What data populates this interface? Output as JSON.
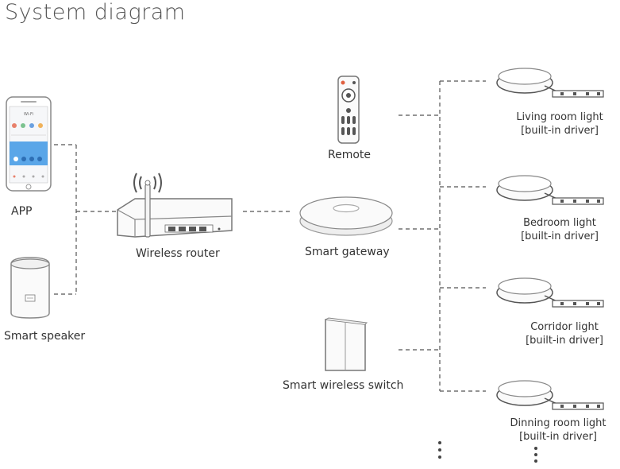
{
  "title": "System diagram",
  "nodes": {
    "app": "APP",
    "speaker": "Smart speaker",
    "router": "Wireless router",
    "remote": "Remote",
    "gateway": "Smart gateway",
    "switch": "Smart wireless switch"
  },
  "lights": [
    {
      "name": "Living room light",
      "sub": "[built-in driver]"
    },
    {
      "name": "Bedroom light",
      "sub": "[built-in driver]"
    },
    {
      "name": "Corridor light",
      "sub": "[built-in driver]"
    },
    {
      "name": "Dinning room light",
      "sub": "[built-in driver]"
    }
  ]
}
